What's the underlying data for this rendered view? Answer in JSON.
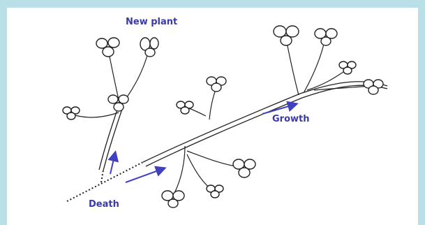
{
  "labels": {
    "new_plant": "New plant",
    "growth": "Growth",
    "death": "Death"
  },
  "colors": {
    "background": "#b9e0e6",
    "panel": "#ffffff",
    "label": "#3a3aa8",
    "arrow": "#4040c0",
    "ink": "#222222"
  }
}
